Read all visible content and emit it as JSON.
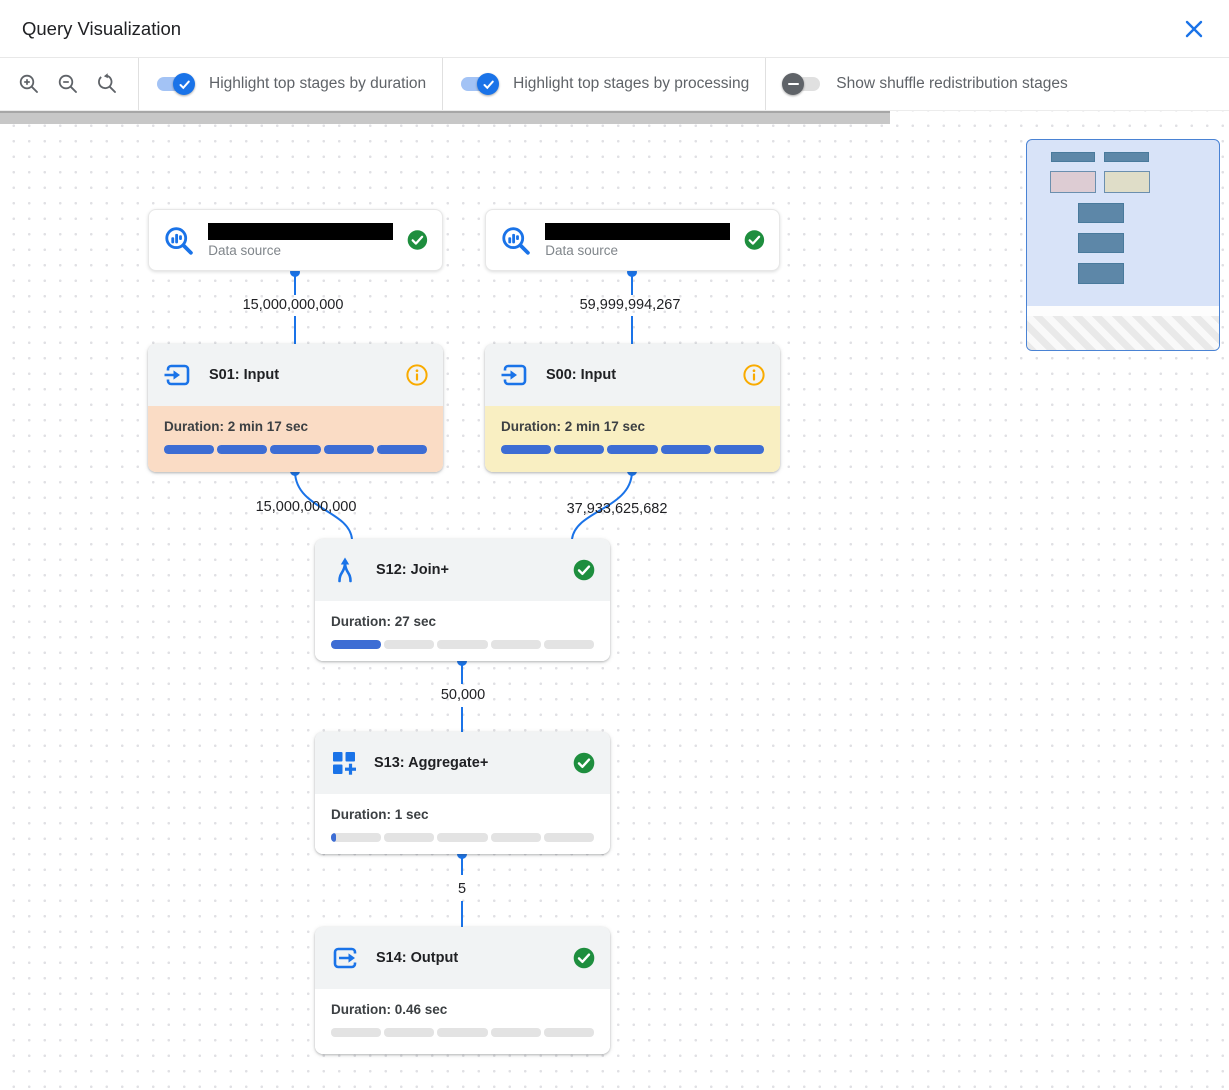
{
  "header": {
    "title": "Query Visualization"
  },
  "toolbar": {
    "toggles": [
      {
        "label": "Highlight top stages by duration",
        "state": "on"
      },
      {
        "label": "Highlight top stages by processing",
        "state": "on"
      },
      {
        "label": "Show shuffle redistribution stages",
        "state": "off"
      }
    ]
  },
  "icons": {
    "zoom_in": "magnifier-plus",
    "zoom_out": "magnifier-minus",
    "zoom_reset": "magnifier-reset-arrow",
    "close": "blue-x",
    "data_source": "bigquery-magnifier-chart",
    "input": "arrow-into-box",
    "output": "arrow-out-of-box",
    "join": "merging-arrows",
    "aggregate": "squares-with-plus",
    "success": "green-check-circle",
    "info": "orange-info-circle"
  },
  "colors": {
    "accent_blue": "#1a73e8",
    "bar_blue": "#3d6dd4",
    "success_green": "#1e8e3e",
    "warning_orange": "#f9ab00",
    "duration_highlight_bg": "#fadcc5",
    "processing_highlight_bg": "#f9efc2",
    "stage_header_bg": "#f1f3f4",
    "bar_track_gray": "#e3e3e3",
    "minimap_bg": "#d8e3f8"
  },
  "canvas": {
    "data_sources": [
      {
        "type_label": "Data source",
        "name_redacted": true,
        "status": "success"
      },
      {
        "type_label": "Data source",
        "name_redacted": true,
        "status": "success"
      }
    ],
    "stages": [
      {
        "title": "S01: Input",
        "icon": "input",
        "status": "info",
        "duration": "Duration: 2 min 17 sec",
        "highlight": "duration",
        "body_bg": "#fadcc5",
        "progress_pct": 100
      },
      {
        "title": "S00: Input",
        "icon": "input",
        "status": "info",
        "duration": "Duration: 2 min 17 sec",
        "highlight": "processing",
        "body_bg": "#f9efc2",
        "progress_pct": 100
      },
      {
        "title": "S12: Join+",
        "icon": "join",
        "status": "success",
        "duration": "Duration: 27 sec",
        "highlight": "none",
        "body_bg": "#ffffff",
        "progress_pct": 20
      },
      {
        "title": "S13: Aggregate+",
        "icon": "aggregate",
        "status": "success",
        "duration": "Duration: 1 sec",
        "highlight": "none",
        "body_bg": "#ffffff",
        "progress_pct": 2
      },
      {
        "title": "S14: Output",
        "icon": "output",
        "status": "success",
        "duration": "Duration: 0.46 sec",
        "highlight": "none",
        "body_bg": "#ffffff",
        "progress_pct": 0
      }
    ],
    "edge_labels": {
      "ds1_to_s01": "15,000,000,000",
      "ds2_to_s00": "59,999,994,267",
      "s01_to_s12": "15,000,000,000",
      "s00_to_s12": "37,933,625,682",
      "s12_to_s13": "50,000",
      "s13_to_s14": "5"
    }
  }
}
